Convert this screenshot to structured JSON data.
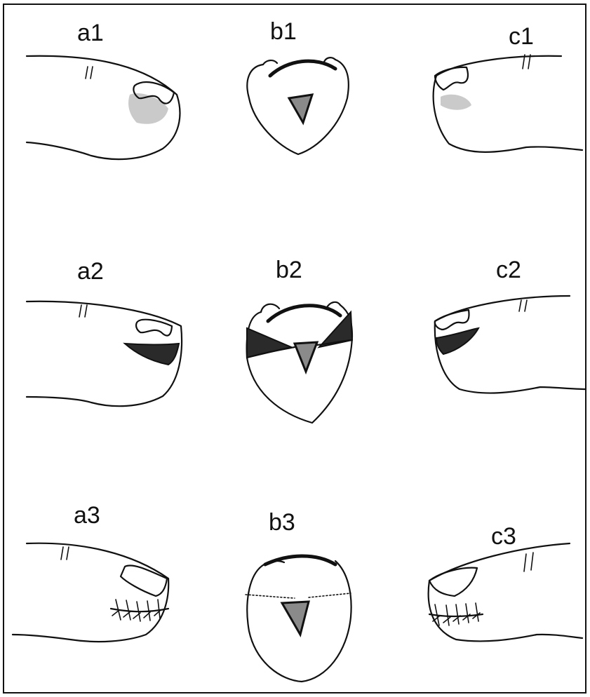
{
  "panels": {
    "a1": "a1",
    "b1": "b1",
    "c1": "c1",
    "a2": "a2",
    "b2": "b2",
    "c2": "c2",
    "a3": "a3",
    "b3": "b3",
    "c3": "c3"
  }
}
